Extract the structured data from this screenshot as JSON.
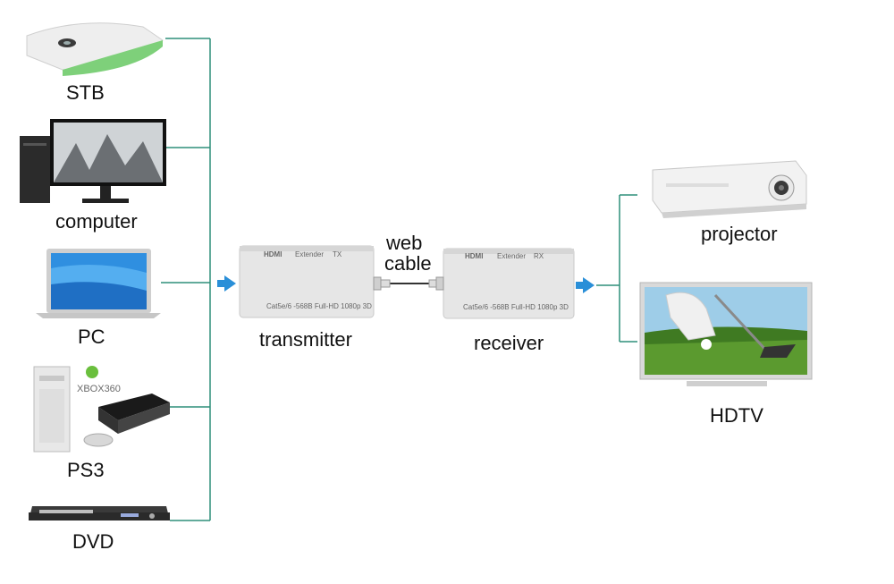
{
  "sources": [
    {
      "id": "stb",
      "label": "STB",
      "icon": "set-top-box-icon"
    },
    {
      "id": "computer",
      "label": "computer",
      "icon": "desktop-computer-icon"
    },
    {
      "id": "pc",
      "label": "PC",
      "icon": "laptop-icon"
    },
    {
      "id": "ps3",
      "label": "PS3",
      "icon": "game-console-icon"
    },
    {
      "id": "dvd",
      "label": "DVD",
      "icon": "dvd-player-icon"
    }
  ],
  "console_logo_text": "XBOX360",
  "transmitter": {
    "label": "transmitter",
    "brand": "HDMI",
    "title": "Extender",
    "tag": "TX",
    "spec": "Cat5e/6 -568B   Full-HD 1080p 3D"
  },
  "receiver": {
    "label": "receiver",
    "brand": "HDMI",
    "title": "Extender",
    "tag": "RX",
    "spec": "Cat5e/6 -568B   Full-HD 1080p 3D"
  },
  "cable_label_line1": "web",
  "cable_label_line2": "cable",
  "outputs": [
    {
      "id": "projector",
      "label": "projector",
      "icon": "projector-icon"
    },
    {
      "id": "hdtv",
      "label": "HDTV",
      "icon": "tv-icon"
    }
  ],
  "colors": {
    "line": "#2f8f7a",
    "arrow": "#2a8fd8",
    "device": "#e4e4e4"
  }
}
